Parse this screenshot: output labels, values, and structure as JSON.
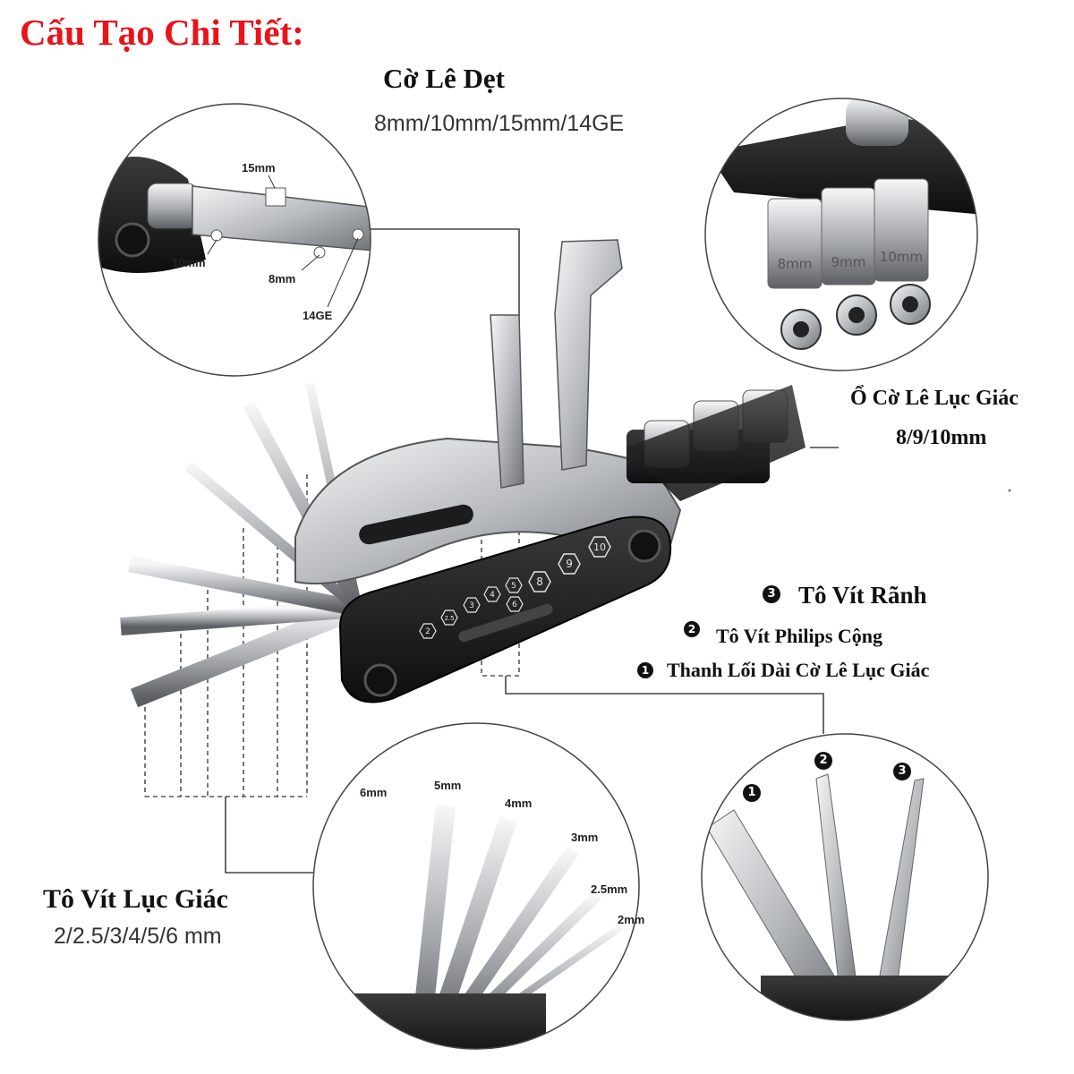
{
  "title": "Cấu Tạo Chi Tiết:",
  "flat_wrench": {
    "label": "Cờ Lê Dẹt",
    "sizes": "8mm/10mm/15mm/14GE",
    "callouts": [
      "15mm",
      "10mm",
      "8mm",
      "14GE"
    ]
  },
  "socket_wrench": {
    "label": "Ổ Cờ Lê Lục Giác",
    "sizes": "8/9/10mm",
    "socket_marks": [
      "8mm",
      "9mm",
      "10mm"
    ]
  },
  "screwdrivers": {
    "items": [
      {
        "number": "3",
        "label": "Tô Vít Rãnh"
      },
      {
        "number": "2",
        "label": "Tô Vít Philips Cộng"
      },
      {
        "number": "1",
        "label": "Thanh Lối Dài Cờ Lê Lục Giác"
      }
    ],
    "zoom_numbers": [
      "1",
      "2",
      "3"
    ]
  },
  "hex_keys": {
    "label": "Tô Vít Lục Giác",
    "sizes": "2/2.5/3/4/5/6 mm",
    "callouts": [
      "6mm",
      "5mm",
      "4mm",
      "3mm",
      "2.5mm",
      "2mm"
    ]
  },
  "tool_body_marks": [
    "2",
    "2.5",
    "3",
    "4",
    "5",
    "6",
    "8",
    "9",
    "10"
  ],
  "colors": {
    "title_red": "#e8141a",
    "body_black": "#1b1b1b",
    "steel": "#c9ccd0",
    "guide_line": "#555555"
  }
}
